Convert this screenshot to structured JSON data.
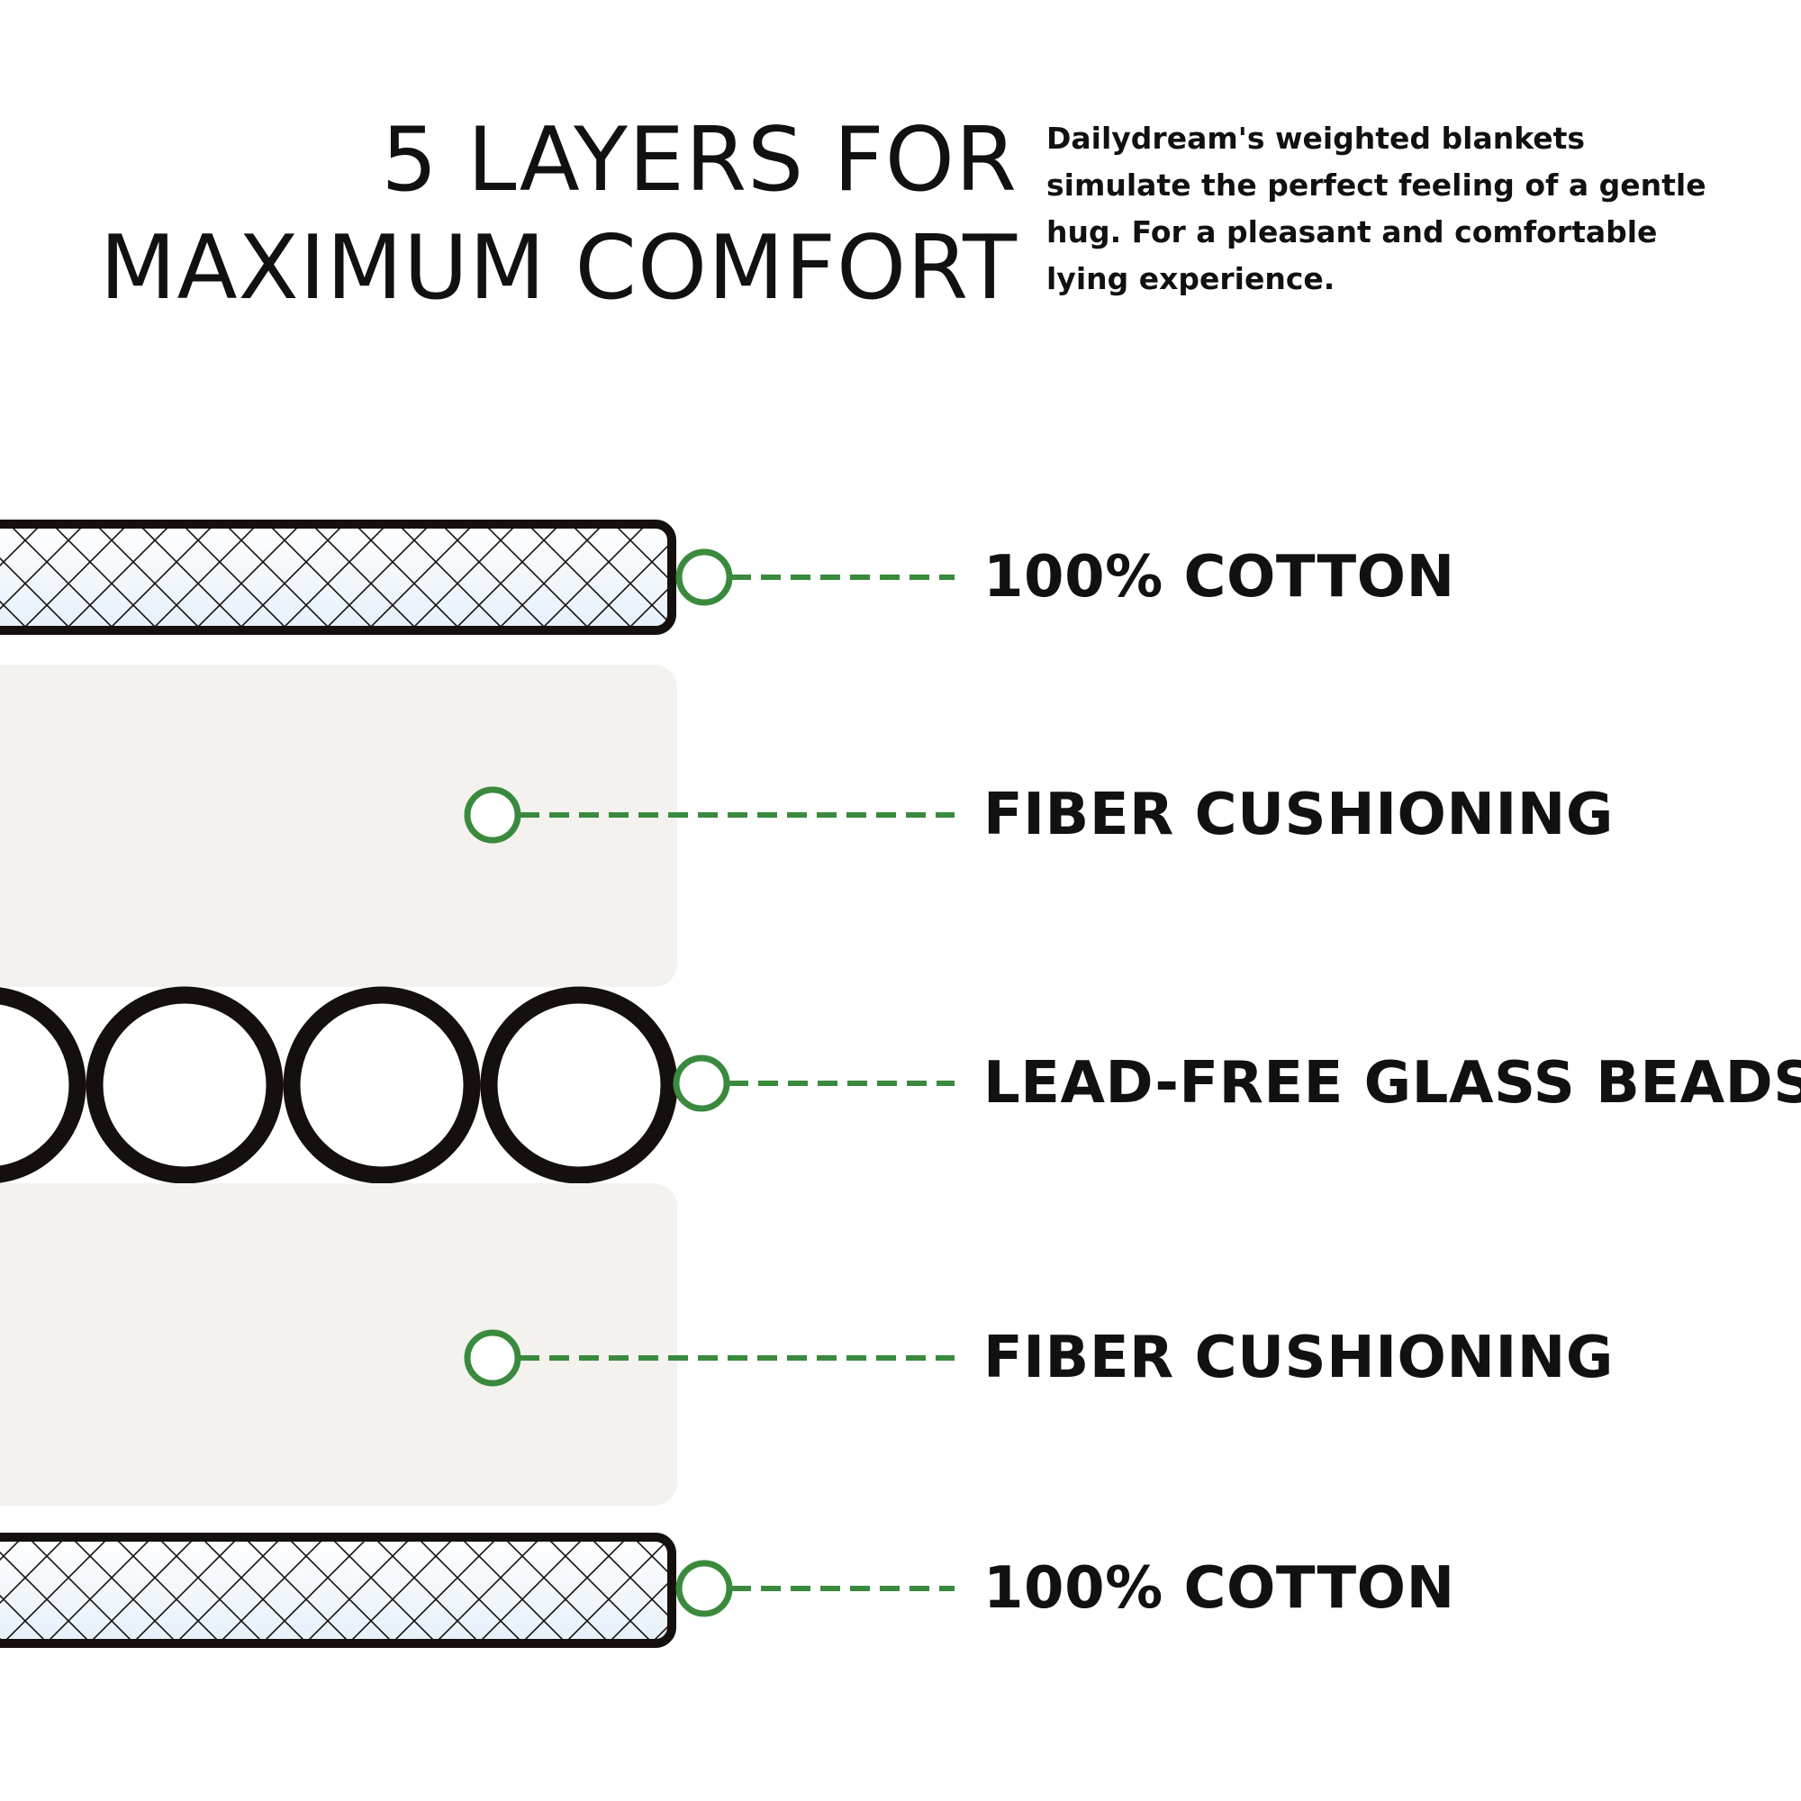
{
  "header": {
    "title_line1": "5 LAYERS FOR",
    "title_line2": "MAXIMUM COMFORT",
    "description": "Dailydream's weighted blankets simulate the perfect feeling of a gentle hug. For a pleasant and comfortable lying experience."
  },
  "layers": [
    {
      "label": "100% COTTON",
      "pattern": "crosshatch"
    },
    {
      "label": "FIBER CUSHIONING",
      "pattern": "solid"
    },
    {
      "label": "LEAD-FREE GLASS BEADS",
      "pattern": "beads"
    },
    {
      "label": "FIBER CUSHIONING",
      "pattern": "solid"
    },
    {
      "label": "100% COTTON",
      "pattern": "crosshatch"
    }
  ],
  "colors": {
    "text": "#111111",
    "outline": "#15100d",
    "accent_green": "#3a8a3e",
    "cushion_fill": "#f3f2ef",
    "cotton_fill": "#eef5fb"
  }
}
